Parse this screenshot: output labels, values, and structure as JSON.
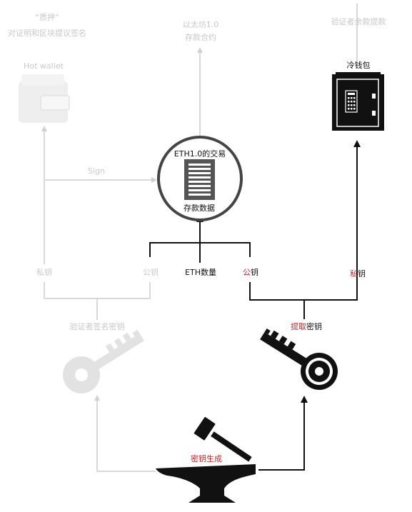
{
  "colors": {
    "dark": "#111111",
    "faded": "#d0d0d0",
    "accent_red": "#c0282c"
  },
  "labels": {
    "pledge_title": "“质押”",
    "pledge_subtitle": "对证明和区块提议签名",
    "eth1_deposit_line1": "以太坊1.0",
    "eth1_deposit_line2": "存款合约",
    "validator_withdraw": "验证者余款提款",
    "hot_wallet": "Hot wallet",
    "cold_wallet": "冷钱包",
    "sign": "Sign",
    "eth1_tx": "ETH1.0的交易",
    "deposit_data": "存款数据",
    "private_key_left": "私钥",
    "public_key_left": "公钥",
    "eth_amount": "ETH数量",
    "public_key_right_red": "公",
    "public_key_right_black": "钥",
    "private_key_right_red": "私",
    "private_key_right_black": "钥",
    "validator_signing_key": "验证者签名密钥",
    "withdrawal_key_red": "提取",
    "withdrawal_key_black": "密钥",
    "key_generation": "密钥生成"
  },
  "icons": {
    "hot_wallet": "wallet-icon",
    "cold_wallet": "safe-icon",
    "transaction": "document-icon",
    "signing_key": "key-icon",
    "withdrawal_key": "key-icon",
    "forge": "anvil-hammer-icon"
  }
}
